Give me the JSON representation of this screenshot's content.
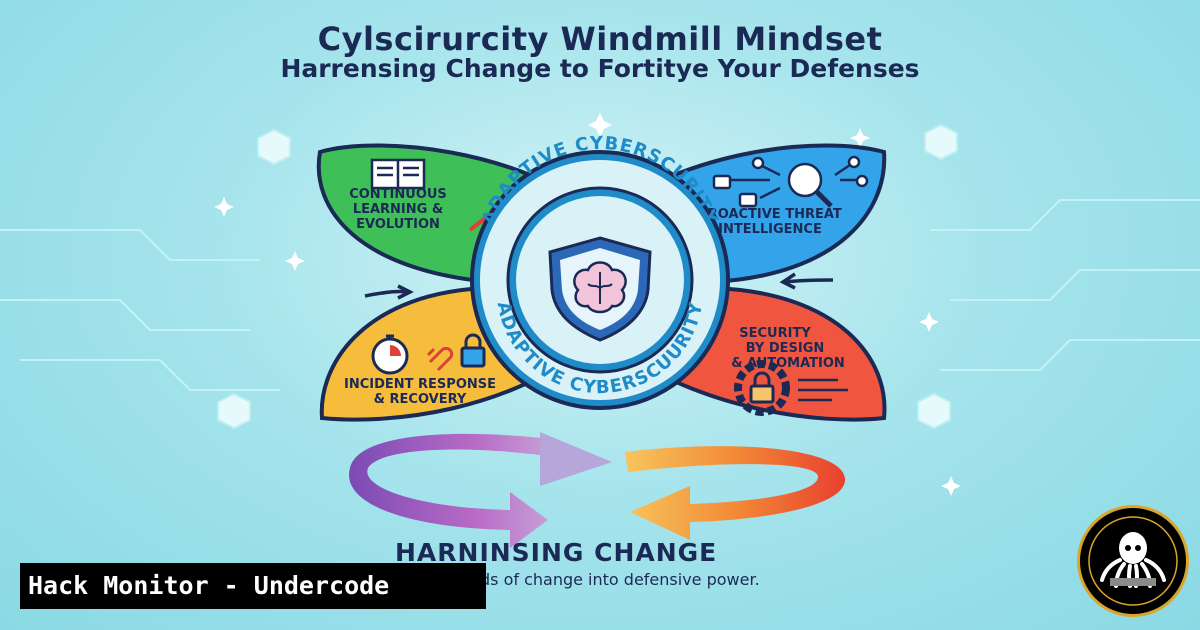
{
  "header": {
    "title": "Cylscirurcity Windmill Mindset",
    "subtitle": "Harrensing Change to Fortitye Your Defenses"
  },
  "hub": {
    "ring_text_top": "ADAPTIVE CYBERSCURITY",
    "ring_text_bottom": "ADAPTIVE CYBERSCUURITY",
    "center_icon": "shield-brain-icon"
  },
  "petals": [
    {
      "line1": "CONTINUOUS",
      "line2": "LEARNING &",
      "line3": "EVOLUTION",
      "icon": "book-chart-icon",
      "color": "#3fbf58"
    },
    {
      "line1": "PROACTIVE THREAT",
      "line2": "INTELLIGENCE",
      "line3": "",
      "icon": "network-magnifier-icon",
      "color": "#33a3ea"
    },
    {
      "line1": "SECURITY",
      "line2": "BY DESIGN",
      "line3": "& AUTOMATION",
      "icon": "gear-lock-icon",
      "color": "#f0563f"
    },
    {
      "line1": "INCIDENT RESPONSE",
      "line2": "& RECOVERY",
      "line3": "",
      "icon": "stopwatch-chain-lock-icon",
      "color": "#f6bd3c"
    }
  ],
  "footer": {
    "heading": "HARNINSING CHANGE",
    "tagline": "ds of change into defensive power."
  },
  "banner": {
    "text": "Hack Monitor - Undercode"
  },
  "badge": {
    "icon": "octopus-logo-icon"
  }
}
